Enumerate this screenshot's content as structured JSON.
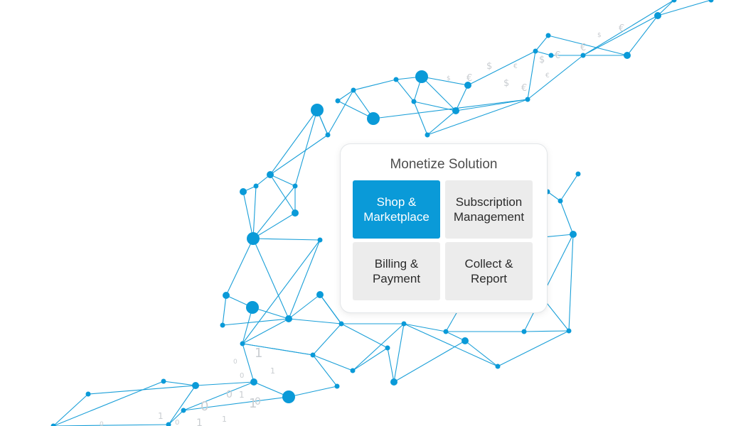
{
  "diagram": {
    "title": "Monetize Solution",
    "tiles": [
      {
        "label": "Shop &\nMarketplace",
        "active": true
      },
      {
        "label": "Subscription\nManagement",
        "active": false
      },
      {
        "label": "Billing &\nPayment",
        "active": false
      },
      {
        "label": "Collect &\nReport",
        "active": false
      }
    ],
    "colors": {
      "accent": "#0a9ad8",
      "network": "#1a9fd8",
      "tile_bg": "#ececec",
      "faint_glyphs": "#c9cdd1"
    },
    "background_glyphs": {
      "currency": [
        "$",
        "€",
        "$",
        "€",
        "$",
        "€",
        "€",
        "$",
        "€",
        "$",
        "€",
        "€"
      ],
      "binary": [
        "0",
        "1",
        "0",
        "1",
        "0",
        "1",
        "0",
        "1",
        "1",
        "0",
        "1",
        "0",
        "1",
        "0"
      ]
    }
  }
}
